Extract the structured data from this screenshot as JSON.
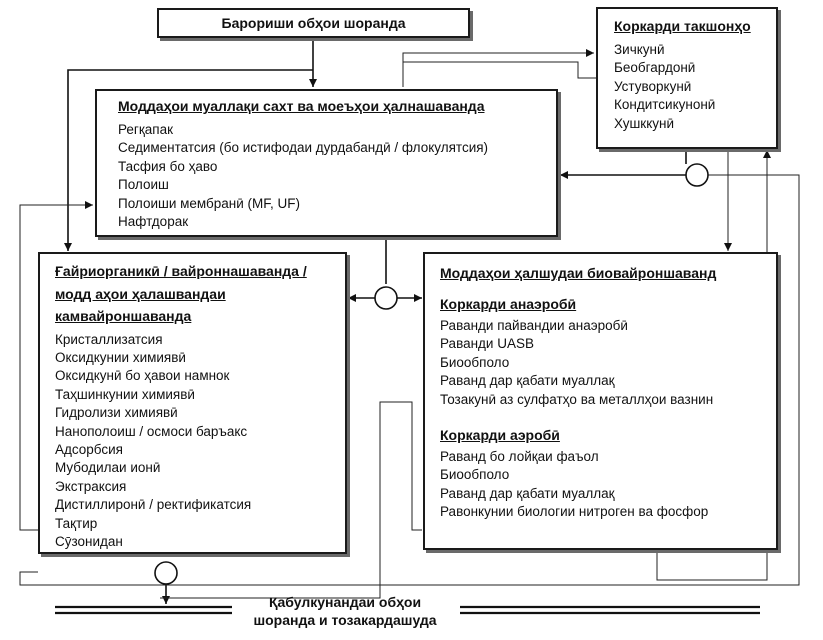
{
  "source": {
    "title": "Барориши обҳои шоранда"
  },
  "suspended": {
    "title": "Моддаҳои муаллақи сахт ва моеъҳои ҳалнашаванда",
    "items": [
      "Регқапак",
      "Седиментатсия (бо истифодаи дурдабандӣ / флокулятсия)",
      "Тасфия бо ҳаво",
      "Полоиш",
      "Полоиши мембранӣ (MF, UF)",
      "Нафтдорак"
    ]
  },
  "sludge": {
    "title": "Коркарди такшонҳо",
    "items": [
      "Зичкунӣ",
      "Беобгардонӣ",
      "Устуворкунӣ",
      "Кондитсикунонӣ",
      "Хушккунӣ"
    ]
  },
  "inorganic": {
    "title_lines": [
      "Ғайриорганикӣ / вайроннашаванда /",
      "модд аҳои ҳалашвандаи",
      "камвайроншаванда"
    ],
    "items": [
      "Кристаллизатсия",
      "Оксидкунии химиявӣ",
      "Оксидкунӣ бо ҳавои намнок",
      "Таҳшинкунии химиявӣ",
      "Гидролизи химиявӣ",
      "Нанополоиш / осмоси баръакс",
      "Адсорбсия",
      "Мубодилаи ионӣ",
      "Экстраксия",
      "Дистиллиронӣ / ректификатсия",
      "Тақтир",
      "Сӯзонидан"
    ]
  },
  "bio": {
    "title": "Моддаҳои ҳалшудаи биовайроншаванд",
    "anaerobic": {
      "title": "Коркарди анаэробӣ",
      "items": [
        "Раванди пайвандии анаэробӣ",
        "Раванди UASB",
        "Биообполо",
        "Раванд дар қабати муаллақ",
        "Тозакунӣ аз сулфатҳо ва металлҳои вазнин"
      ]
    },
    "aerobic": {
      "title": "Коркарди аэробӣ",
      "items": [
        "Раванд бо лойқаи фаъол",
        "Биообполо",
        "Раванд дар қабати муаллақ",
        "Равонкунии биологии нитроген ва фосфор"
      ]
    }
  },
  "output": {
    "label_lines": [
      "Қабулкунандаи обҳои",
      "шоранда и тозакардашуда"
    ]
  }
}
